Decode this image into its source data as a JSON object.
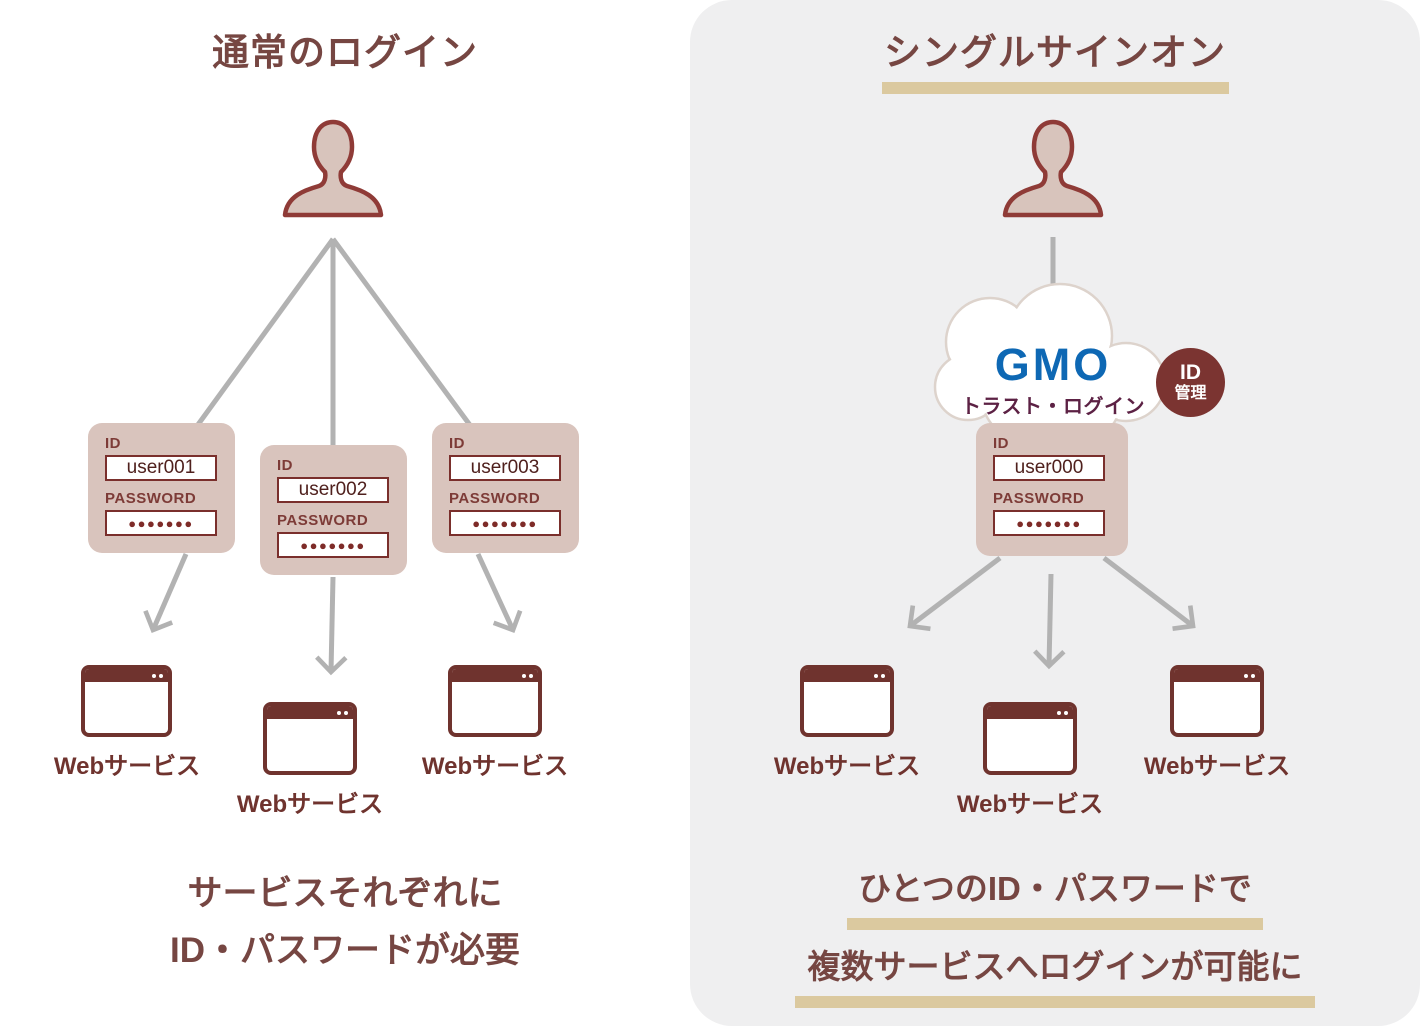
{
  "colors": {
    "maroon_text": "#764642",
    "maroon_icon": "#6f332e",
    "card_bg": "#d9c4bd",
    "input_border": "#7a2f2c",
    "person_fill": "#d8c4bc",
    "person_outline": "#8f3b37",
    "arrow_gray": "#b2b2b2",
    "tan_underline": "#dbc99f",
    "panel_bg": "#efeff0",
    "gmo_blue": "#0e68b4",
    "trust_login_maroon": "#5c2144",
    "badge_bg": "#7b3431"
  },
  "left": {
    "title": "通常のログイン",
    "cards": [
      {
        "id_label": "ID",
        "id_value": "user001",
        "password_label": "PASSWORD",
        "password_masked": "●●●●●●●"
      },
      {
        "id_label": "ID",
        "id_value": "user002",
        "password_label": "PASSWORD",
        "password_masked": "●●●●●●●"
      },
      {
        "id_label": "ID",
        "id_value": "user003",
        "password_label": "PASSWORD",
        "password_masked": "●●●●●●●"
      }
    ],
    "services": [
      "Webサービス",
      "Webサービス",
      "Webサービス"
    ],
    "caption_line1": "サービスそれぞれに",
    "caption_line2": "ID・パスワードが必要"
  },
  "right": {
    "title": "シングルサインオン",
    "cloud": {
      "brand": "GMO",
      "product": "トラスト・ログイン"
    },
    "badge": {
      "line1": "ID",
      "line2": "管理"
    },
    "card": {
      "id_label": "ID",
      "id_value": "user000",
      "password_label": "PASSWORD",
      "password_masked": "●●●●●●●"
    },
    "services": [
      "Webサービス",
      "Webサービス",
      "Webサービス"
    ],
    "caption_line1": "ひとつのID・パスワードで",
    "caption_line2": "複数サービスへログインが可能に"
  }
}
